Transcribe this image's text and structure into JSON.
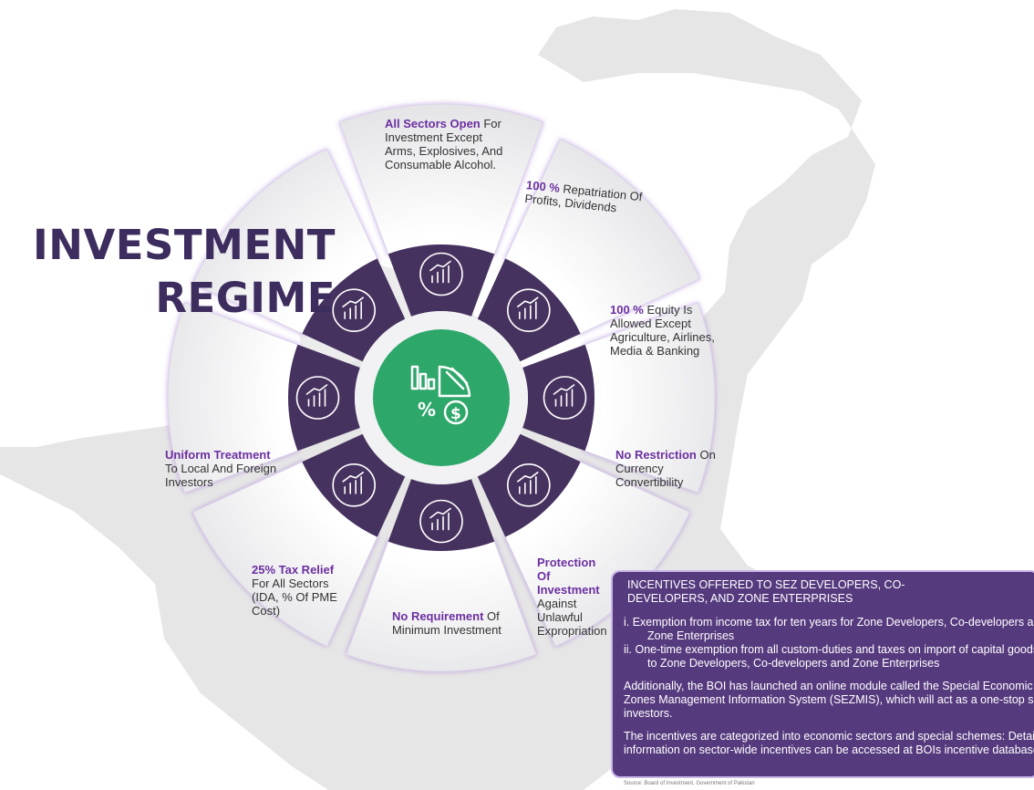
{
  "title": {
    "line1": "INVESTMENT",
    "line2": "REGIME"
  },
  "colors": {
    "accent": "#6b2fa0",
    "dark_band": "#46325f",
    "center": "#2ea76a",
    "panel": "#563a7e"
  },
  "segments": [
    {
      "id": "all-sectors",
      "highlight": "All Sectors Open",
      "rest": " For Investment Except Arms, Explosives, And Consumable Alcohol.",
      "icon": "growth-chart-icon"
    },
    {
      "id": "repatriation",
      "highlight": "100 %",
      "rest": " Repatriation Of Profits, Dividends",
      "icon": "dollar-growth-icon"
    },
    {
      "id": "equity",
      "highlight": "100 %",
      "rest": " Equity Is Allowed Except Agriculture, Airlines, Media & Banking",
      "icon": "house-pie-icon"
    },
    {
      "id": "currency",
      "highlight": "No Restriction",
      "rest": " On Currency Convertibility",
      "icon": "cash-exchange-icon"
    },
    {
      "id": "protection",
      "highlight": "Protection Of Investment",
      "rest": " Against Unlawful Expropriation",
      "icon": "hand-protection-icon"
    },
    {
      "id": "min-investment",
      "highlight": "No Requirement",
      "rest": " Of Minimum Investment",
      "icon": "money-chart-icon"
    },
    {
      "id": "tax-relief",
      "highlight": "25% Tax Relief",
      "rest": " For All Sectors (IDA, % Of PME Cost)",
      "icon": "calculator-chart-icon"
    },
    {
      "id": "uniform",
      "highlight": "Uniform Treatment",
      "rest": " To Local And Foreign Investors",
      "icon": "report-magnifier-icon"
    }
  ],
  "panel": {
    "title": "INCENTIVES OFFERED TO SEZ DEVELOPERS, CO-DEVELOPERS, AND ZONE ENTERPRISES",
    "item1_line1": "i. Exemption from income tax for ten years for Zone Developers, Co-developers and",
    "item1_line2": "Zone Enterprises",
    "item2_line1": "ii. One-time exemption from all custom-duties and taxes on import of capital goods",
    "item2_line2": "to Zone Developers, Co-developers and Zone Enterprises",
    "para1_line1": "Additionally, the BOI has launched an online module called the Special Economic",
    "para1_line2": "Zones Management Information System (SEZMIS), which will act as a one-stop shop for",
    "para1_line3": "investors.",
    "para2_line1": "The incentives are categorized into economic sectors and special schemes: Detailed",
    "para2_line2": "information on sector-wide incentives can be accessed at BOIs incentive database."
  },
  "source": "Source: Board of Investment, Government of Pakistan"
}
